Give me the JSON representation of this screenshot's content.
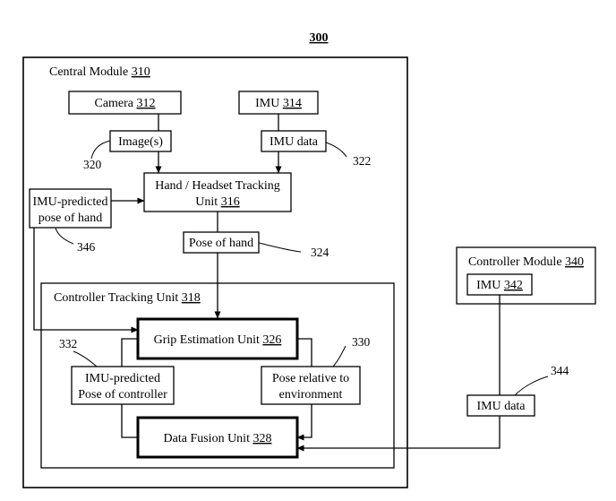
{
  "figure_number": "300",
  "central_module": {
    "label": "Central Module",
    "ref": "310"
  },
  "camera": {
    "label": "Camera",
    "ref": "312"
  },
  "imu": {
    "label": "IMU",
    "ref": "314"
  },
  "images": {
    "label": "Image(s)",
    "ref": "320"
  },
  "imu_data": {
    "label": "IMU data",
    "ref": "322"
  },
  "tracking_unit": {
    "line1": "Hand / Headset Tracking",
    "line2": "Unit",
    "ref": "316"
  },
  "imu_pred_hand": {
    "line1": "IMU-predicted",
    "line2": "pose of hand",
    "ref": "346"
  },
  "pose_of_hand": {
    "label": "Pose of hand",
    "ref": "324"
  },
  "controller_tracking_unit": {
    "label": "Controller Tracking Unit",
    "ref": "318"
  },
  "grip_estimation": {
    "label": "Grip Estimation Unit",
    "ref": "326"
  },
  "imu_pred_controller": {
    "line1": "IMU-predicted",
    "line2": "Pose of controller",
    "ref": "332"
  },
  "pose_relative": {
    "line1": "Pose relative to",
    "line2": "environment",
    "ref": "330"
  },
  "data_fusion": {
    "label": "Data Fusion Unit",
    "ref": "328"
  },
  "controller_module": {
    "label": "Controller Module",
    "ref": "340"
  },
  "controller_imu": {
    "label": "IMU",
    "ref": "342"
  },
  "controller_imu_data": {
    "label": "IMU data",
    "ref": "344"
  }
}
